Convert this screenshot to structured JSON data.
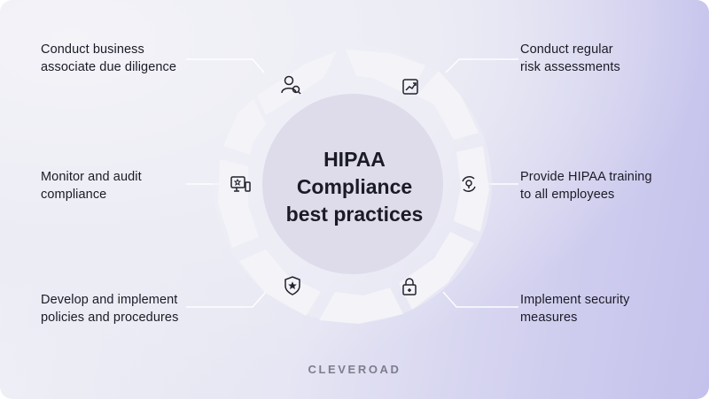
{
  "center_title": "HIPAA\nCompliance\nbest practices",
  "brand": "CLEVEROAD",
  "practices": [
    {
      "label": "Conduct business\nassociate due diligence",
      "icon": "user-search-icon"
    },
    {
      "label": "Conduct regular\nrisk assessments",
      "icon": "chart-trend-icon"
    },
    {
      "label": "Monitor and audit\ncompliance",
      "icon": "monitor-audit-icon"
    },
    {
      "label": "Provide HIPAA training\nto all employees",
      "icon": "training-bulb-icon"
    },
    {
      "label": "Develop and implement\npolicies and procedures",
      "icon": "shield-star-icon"
    },
    {
      "label": "Implement security\nmeasures",
      "icon": "lock-icon"
    }
  ],
  "colors": {
    "ring": "#f3f3f8",
    "center": "#dedceb",
    "connector": "#ffffff",
    "text": "#1b1b26",
    "brand": "#7d7d8c"
  }
}
